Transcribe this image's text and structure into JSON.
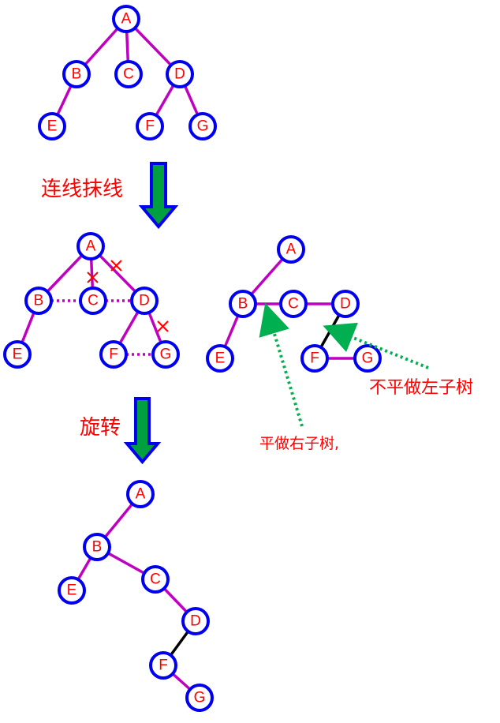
{
  "labels": {
    "step1": "连线抹线",
    "step2": "旋转",
    "note_right": "平做右子树,",
    "note_left": "不平做左子树"
  },
  "nodes": {
    "a": "A",
    "b": "B",
    "c": "C",
    "d": "D",
    "e": "E",
    "f": "F",
    "g": "G"
  },
  "colors": {
    "node_stroke": "#0000ee",
    "node_label": "#ff0000",
    "edge": "#c000c0",
    "arrow_fill": "#00a040",
    "arrow_stroke": "#0000ee",
    "note_arrow": "#00b050"
  }
}
